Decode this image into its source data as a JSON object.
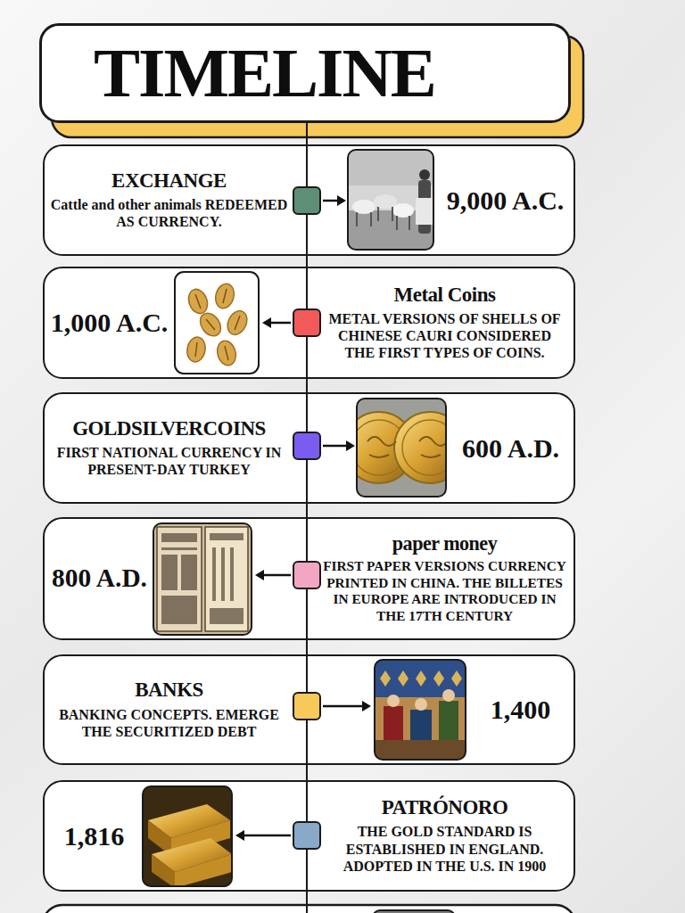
{
  "diagram": {
    "title": "TIMELINE",
    "nodes": [
      {
        "text": [
          "EXCHANGE",
          "Cattle and other animals REDEEMED AS CURRENCY.",
          "9,000 A.C."
        ]
      },
      {
        "text": [
          "Metal Coins",
          "METAL VERSIONS OF SHELLS OF CHINESE CAURI CONSIDERED THE FIRST TYPES OF COINS.",
          "1,000 A.C."
        ]
      },
      {
        "text": [
          "GOLDSILVERCOINS",
          "FIRST NATIONAL CURRENCY IN PRESENT-DAY TURKEY",
          "600 A.D."
        ]
      },
      {
        "text": [
          "paper money",
          "FIRST PAPER VERSIONS CURRENCY PRINTED IN CHINA. THE BILLETES IN EUROPE ARE INTRODUCED IN THE 17TH CENTURY",
          "800 A.D."
        ]
      },
      {
        "text": [
          "BANKS",
          "BANKING CONCEPTS. EMERGE THE SECURITIZED DEBT",
          "1,400"
        ]
      },
      {
        "text": [
          "PATRÓNORO",
          "THE GOLD STANDARD IS ESTABLISHED IN ENGLAND. ADOPTED IN THE U.S. IN 1900",
          "1,816"
        ]
      }
    ]
  }
}
